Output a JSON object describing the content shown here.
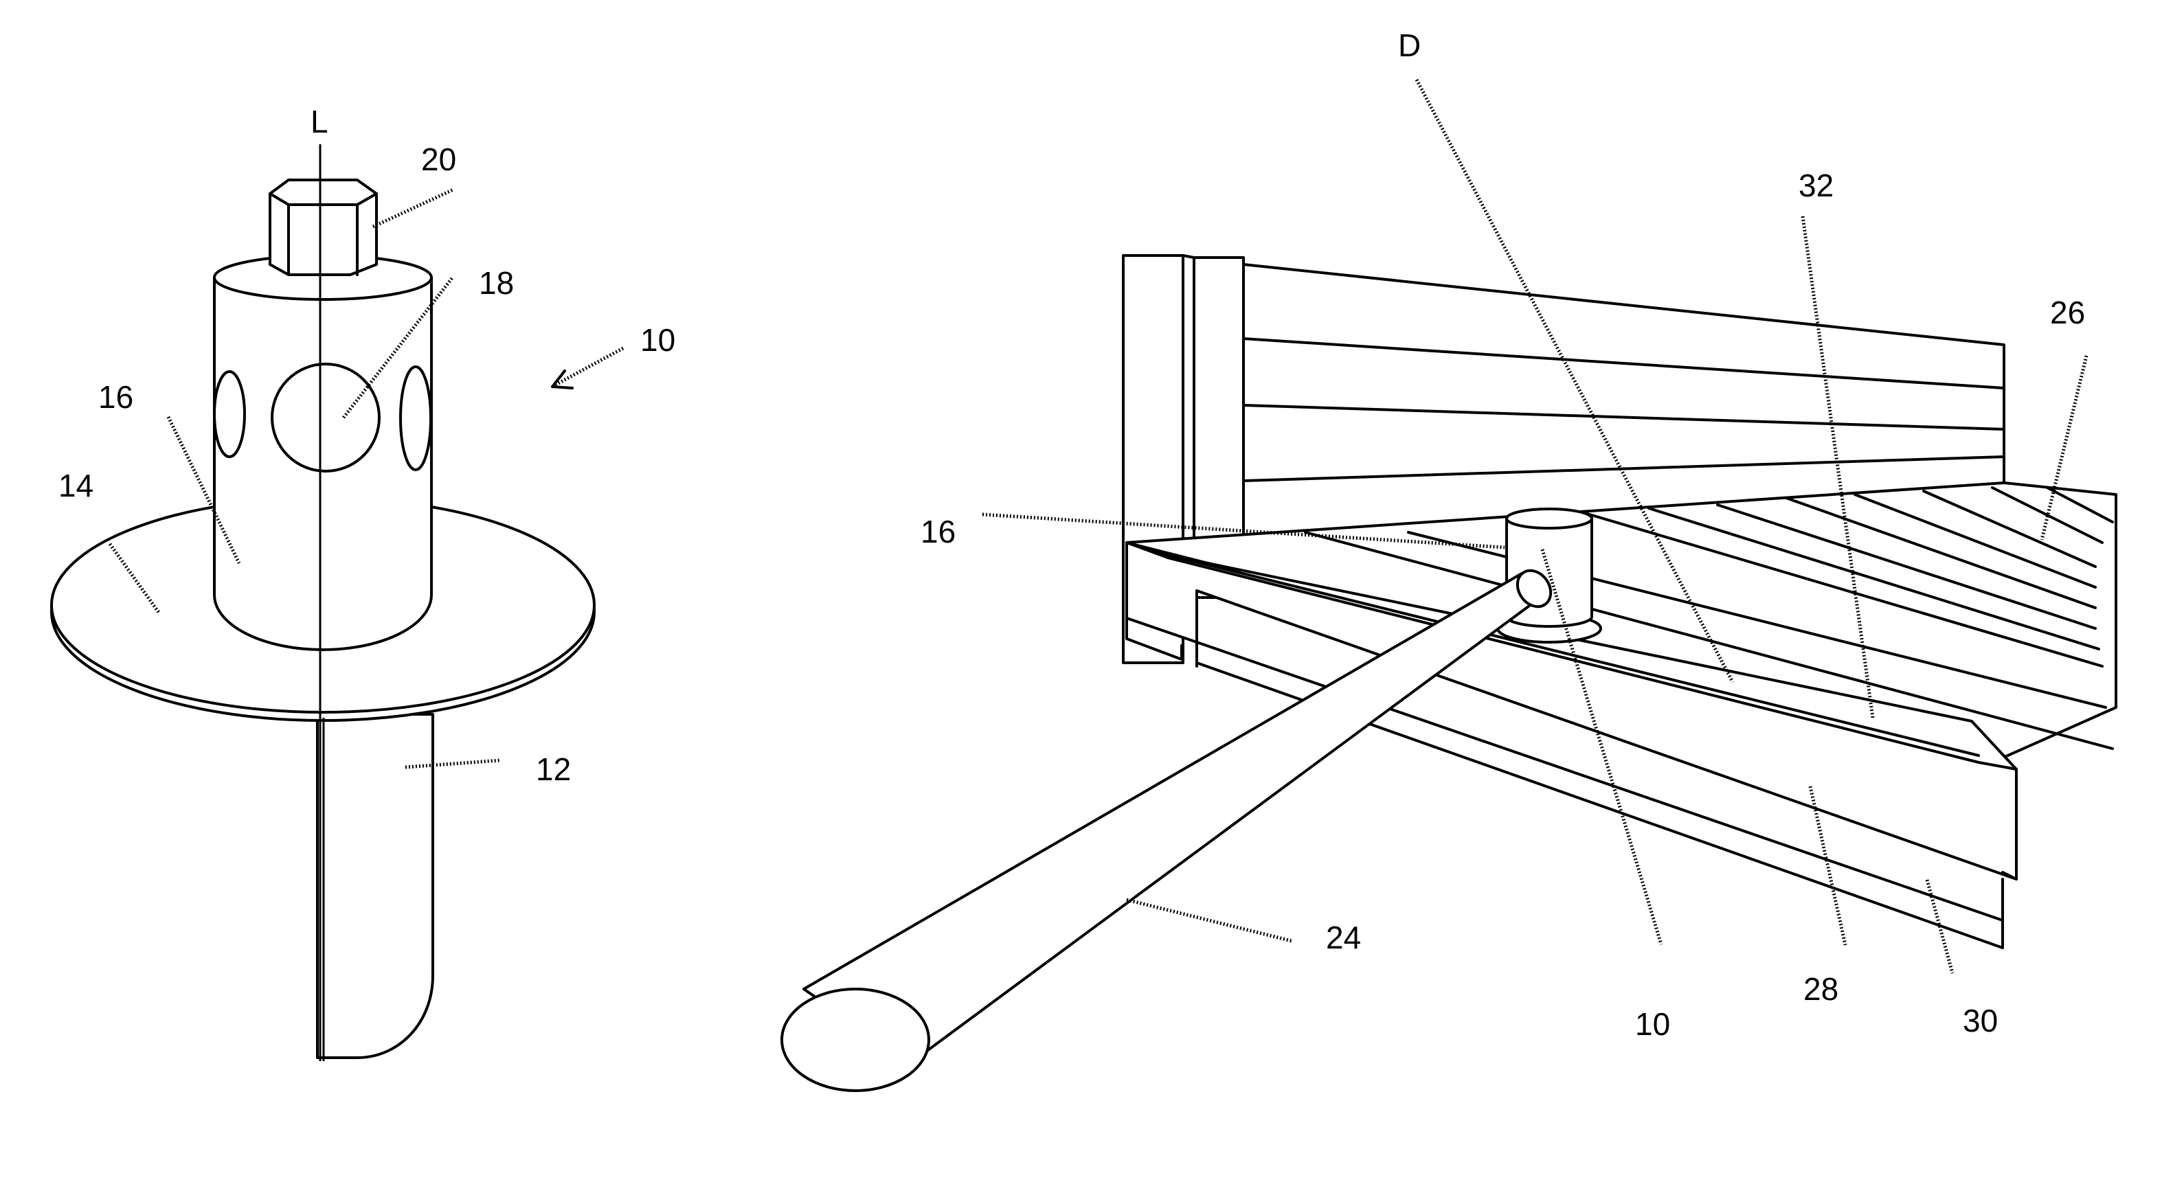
{
  "figure_left": {
    "labels": {
      "axis": "L",
      "bolt": "20",
      "hole": "18",
      "device": "10",
      "sleeve": "16",
      "flange": "14",
      "spike": "12"
    }
  },
  "figure_right": {
    "labels": {
      "direction": "D",
      "board": "32",
      "deck": "26",
      "sleeve": "16",
      "handle": "24",
      "device": "10",
      "joist": "28",
      "beam": "30"
    }
  }
}
